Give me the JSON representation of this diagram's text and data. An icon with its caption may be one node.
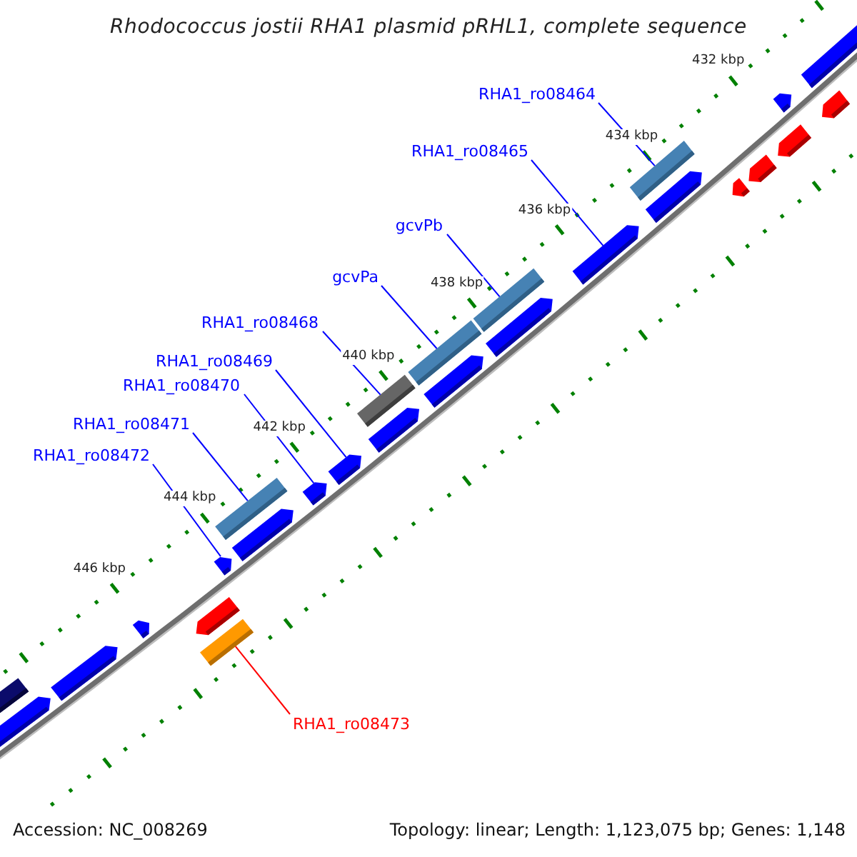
{
  "diagram": {
    "title": "Rhodococcus jostii RHA1 plasmid pRHL1, complete sequence",
    "nodes": [
      {
        "text": [
          "RHA1_ro08464"
        ]
      },
      {
        "text": [
          "RHA1_ro08465"
        ]
      },
      {
        "text": [
          "gcvPb"
        ]
      },
      {
        "text": [
          "gcvPa"
        ]
      },
      {
        "text": [
          "RHA1_ro08468"
        ]
      },
      {
        "text": [
          "RHA1_ro08469"
        ]
      },
      {
        "text": [
          "RHA1_ro08470"
        ]
      },
      {
        "text": [
          "RHA1_ro08471"
        ]
      },
      {
        "text": [
          "RHA1_ro08472"
        ]
      },
      {
        "text": [
          "RHA1_ro08473"
        ]
      },
      {
        "text": [],
        "shape": "bar"
      },
      {
        "text": [],
        "shape": "bar"
      },
      {
        "text": [],
        "shape": "bar"
      },
      {
        "text": [],
        "shape": "bar"
      },
      {
        "text": [],
        "shape": "bar"
      },
      {
        "text": [],
        "shape": "bar"
      },
      {
        "text": [],
        "shape": "bar"
      },
      {
        "text": [],
        "shape": "bar"
      },
      {
        "text": [],
        "shape": "bar"
      },
      {
        "text": [],
        "shape": "bar"
      },
      {
        "text": [],
        "shape": "bar"
      },
      {
        "text": [],
        "shape": "bar"
      },
      {
        "text": [],
        "shape": "bar"
      },
      {
        "text": [],
        "shape": "bar"
      },
      {
        "text": [],
        "shape": "bar"
      },
      {
        "text": [],
        "shape": "bar"
      },
      {
        "text": [],
        "shape": "bar"
      },
      {
        "text": [],
        "shape": "bar"
      },
      {
        "text": [],
        "shape": "bar"
      },
      {
        "text": [],
        "shape": "bar"
      },
      {
        "text": [],
        "shape": "bar"
      },
      {
        "text": [],
        "shape": "bar"
      },
      {
        "text": [],
        "shape": "bar"
      },
      {
        "text": [],
        "shape": "bar"
      },
      {
        "text": [],
        "shape": "bar"
      },
      {
        "text": [],
        "shape": "bar"
      }
    ],
    "edges": [
      {
        "from": 0,
        "to": 10,
        "arrow": "none"
      },
      {
        "from": 1,
        "to": 11,
        "arrow": "none"
      },
      {
        "from": 2,
        "to": 12,
        "arrow": "none"
      },
      {
        "from": 3,
        "to": 13,
        "arrow": "none"
      },
      {
        "from": 4,
        "to": 14,
        "arrow": "none"
      },
      {
        "from": 5,
        "to": 15,
        "arrow": "none"
      },
      {
        "from": 6,
        "to": 16,
        "arrow": "none"
      },
      {
        "from": 7,
        "to": 17,
        "arrow": "none"
      },
      {
        "from": 8,
        "to": 18,
        "arrow": "none"
      },
      {
        "from": 9,
        "to": 19,
        "arrow": "none",
        "color": "#ff0000"
      }
    ],
    "labels": [
      "432 kbp",
      "434 kbp",
      "436 kbp",
      "438 kbp",
      "440 kbp",
      "442 kbp",
      "444 kbp",
      "446 kbp",
      "Accession: NC_008269",
      "Topology: linear; Length: 1,123,075 bp; Genes: 1,148"
    ]
  }
}
